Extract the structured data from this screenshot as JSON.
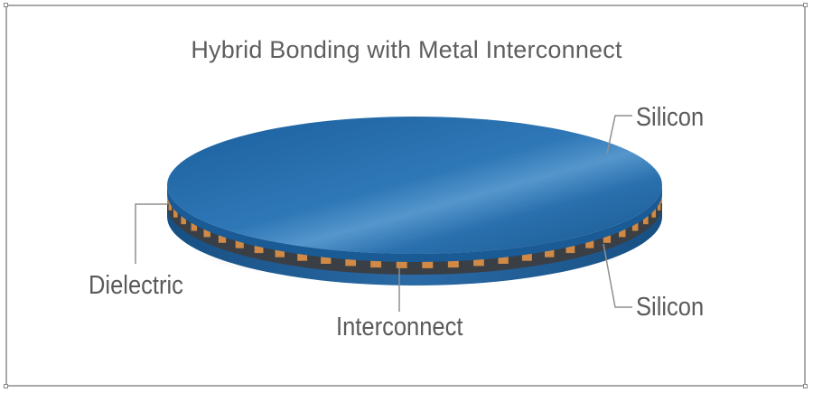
{
  "title": "Hybrid Bonding with Metal Interconnect",
  "labels": {
    "silicon_top": "Silicon",
    "silicon_bottom": "Silicon",
    "dielectric": "Dielectric",
    "interconnect": "Interconnect"
  },
  "colors": {
    "silicon": "#1f66a6",
    "silicon_highlight": "#5596cc",
    "interconnect": "#d08a45",
    "dielectric": "#3a3f46",
    "leader_line": "#8f8f8f",
    "text": "#5a5a5a",
    "frame": "#a9a9a9"
  }
}
